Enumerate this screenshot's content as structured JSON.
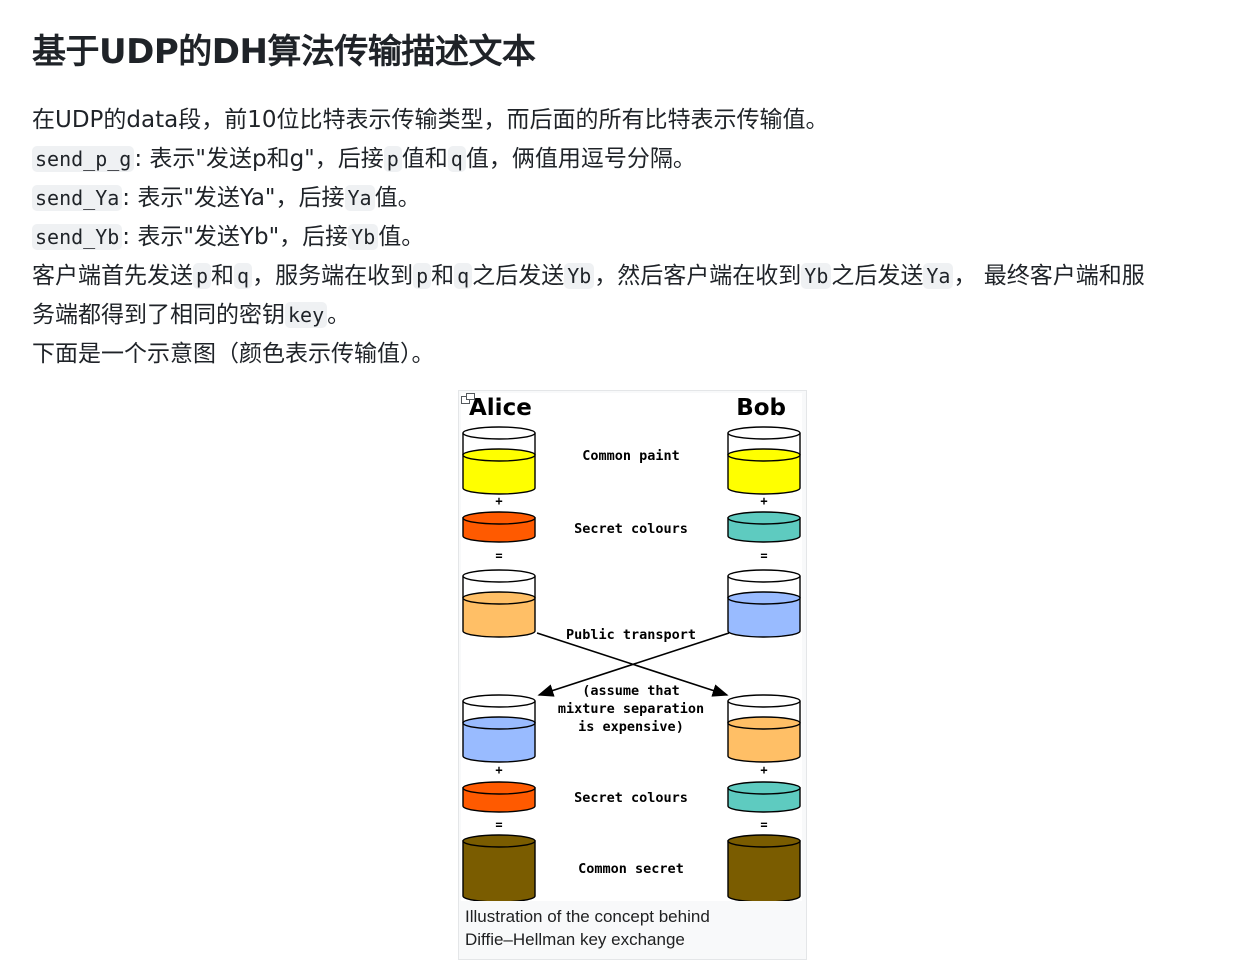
{
  "heading": "基于UDP的DH算法传输描述文本",
  "paragraphs": {
    "p1": "在UDP的data段，前10位比特表示传输类型，而后面的所有比特表示传输值。",
    "p2": {
      "code": "send_p_g",
      "t1": ": 表示\"发送p和g\"，后接",
      "c2": "p",
      "t2": "值和",
      "c3": "q",
      "t3": "值，俩值用逗号分隔。"
    },
    "p3": {
      "code": "send_Ya",
      "t1": ": 表示\"发送Ya\"，后接",
      "c2": "Ya",
      "t2": "值。"
    },
    "p4": {
      "code": "send_Yb",
      "t1": ": 表示\"发送Yb\"，后接",
      "c2": "Yb",
      "t2": "值。"
    },
    "p5": {
      "t1": "客户端首先发送",
      "c1": "p",
      "t2": "和",
      "c2": "q",
      "t3": "，服务端在收到",
      "c3": "p",
      "t4": "和",
      "c4": "q",
      "t5": "之后发送",
      "c5": "Yb",
      "t6": "，然后客户端在收到",
      "c6": "Yb",
      "t7": "之后发送",
      "c7": "Ya",
      "t8": "， 最终客户端和服",
      "t9": "务端都得到了相同的密钥",
      "c8": "key",
      "t10": "。"
    },
    "p6": "下面是一个示意图（颜色表示传输值）。"
  },
  "figure": {
    "left_name": "Alice",
    "right_name": "Bob",
    "labels": {
      "common_paint": "Common paint",
      "secret_colours_1": "Secret colours",
      "public_transport": "Public transport",
      "assume_1": "(assume that",
      "assume_2": "mixture separation",
      "assume_3": "is expensive)",
      "secret_colours_2": "Secret colours",
      "common_secret": "Common secret"
    },
    "operators": {
      "plus": "+",
      "equals": "="
    },
    "colors": {
      "yellow": "#ffff00",
      "orange_red": "#ff5a00",
      "teal": "#5ecbc0",
      "light_orange": "#ffbf66",
      "light_blue": "#99bbff",
      "olive_brown": "#7a5c00"
    },
    "caption_line1": "Illustration of the concept behind",
    "caption_line2": "Diffie–Hellman key exchange",
    "enlarge_icon": "enlarge-icon"
  }
}
